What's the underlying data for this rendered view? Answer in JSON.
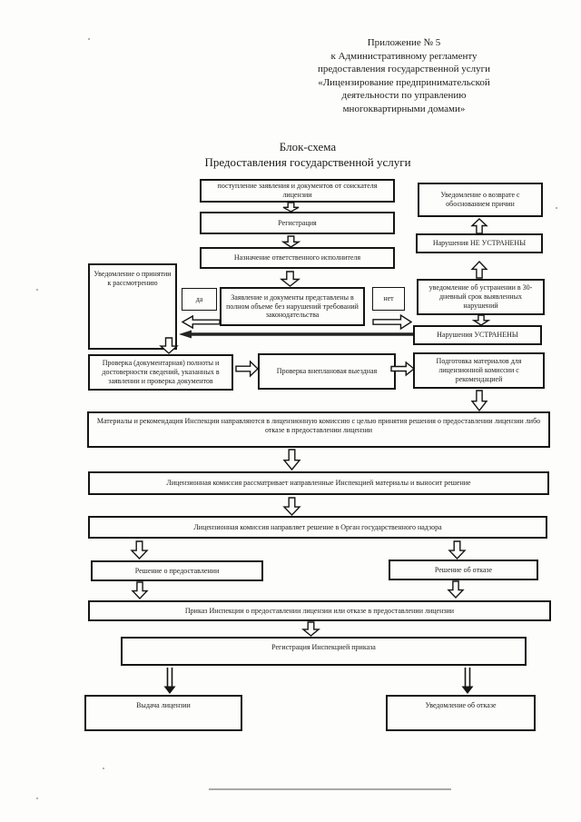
{
  "header": {
    "line1": "Приложение № 5",
    "line2": "к Административному регламенту",
    "line3": "предоставления государственной услуги",
    "line4": "«Лицензирование предпринимательской",
    "line5": "деятельности по управлению",
    "line6": "многоквартирными домами»"
  },
  "title": {
    "line1": "Блок-схема",
    "line2": "Предоставления государственной услуги"
  },
  "nodes": {
    "application": "поступление заявления и документов  от соискателя лицензии",
    "registration": "Регистрация",
    "assign_executor": "Назначение ответственного исполнителя",
    "acceptance_notice": "Уведомление о принятии к рассмотрению",
    "yes": "да",
    "decision": "Заявление и документы представлены в полном объеме без нарушений требований законодательства",
    "no": "нет",
    "return_notice": "Уведомление о возврате с обоснованием причин",
    "violations_not_fixed": "Нарушения НЕ УСТРАНЕНЫ",
    "fix_notice": "уведомление об устранении в 30- дневный срок выявленных нарушений",
    "violations_fixed": "Нарушения  УСТРАНЕНЫ",
    "documentary_check": "Проверка (документарная) полноты и достоверности сведений, указанных в заявлении и проверка документов",
    "onsite_check": "Проверка внеплановая выездная",
    "materials_prep": "Подготовка материалов для лицензионной комиссии с рекомендацией",
    "materials_sent": "Материалы и рекомендация Инспекции направляются в лицензионную комиссию с целью принятия решения о предоставлении лицензии либо отказе в предоставлении лицензии",
    "commission_review": "Лицензионная комиссия рассматривает направленные Инспекцией материалы и выносит решение",
    "commission_send": "Лицензионная комиссия направляет решение в Орган государственного надзора",
    "grant_decision": "Решение о предоставлении",
    "refusal_decision": "Решение об отказе",
    "order": "Приказ Инспекции о предоставлении лицензии или отказе в предоставлении лицензии",
    "order_registration": "Регистрация Инспекцией приказа",
    "license_issue": "Выдача лицензии",
    "refusal_notice": "Уведомление об отказе"
  },
  "colors": {
    "ink": "#1c1c1c",
    "paper": "#fdfdfc",
    "dark_arrow": "#242424"
  }
}
